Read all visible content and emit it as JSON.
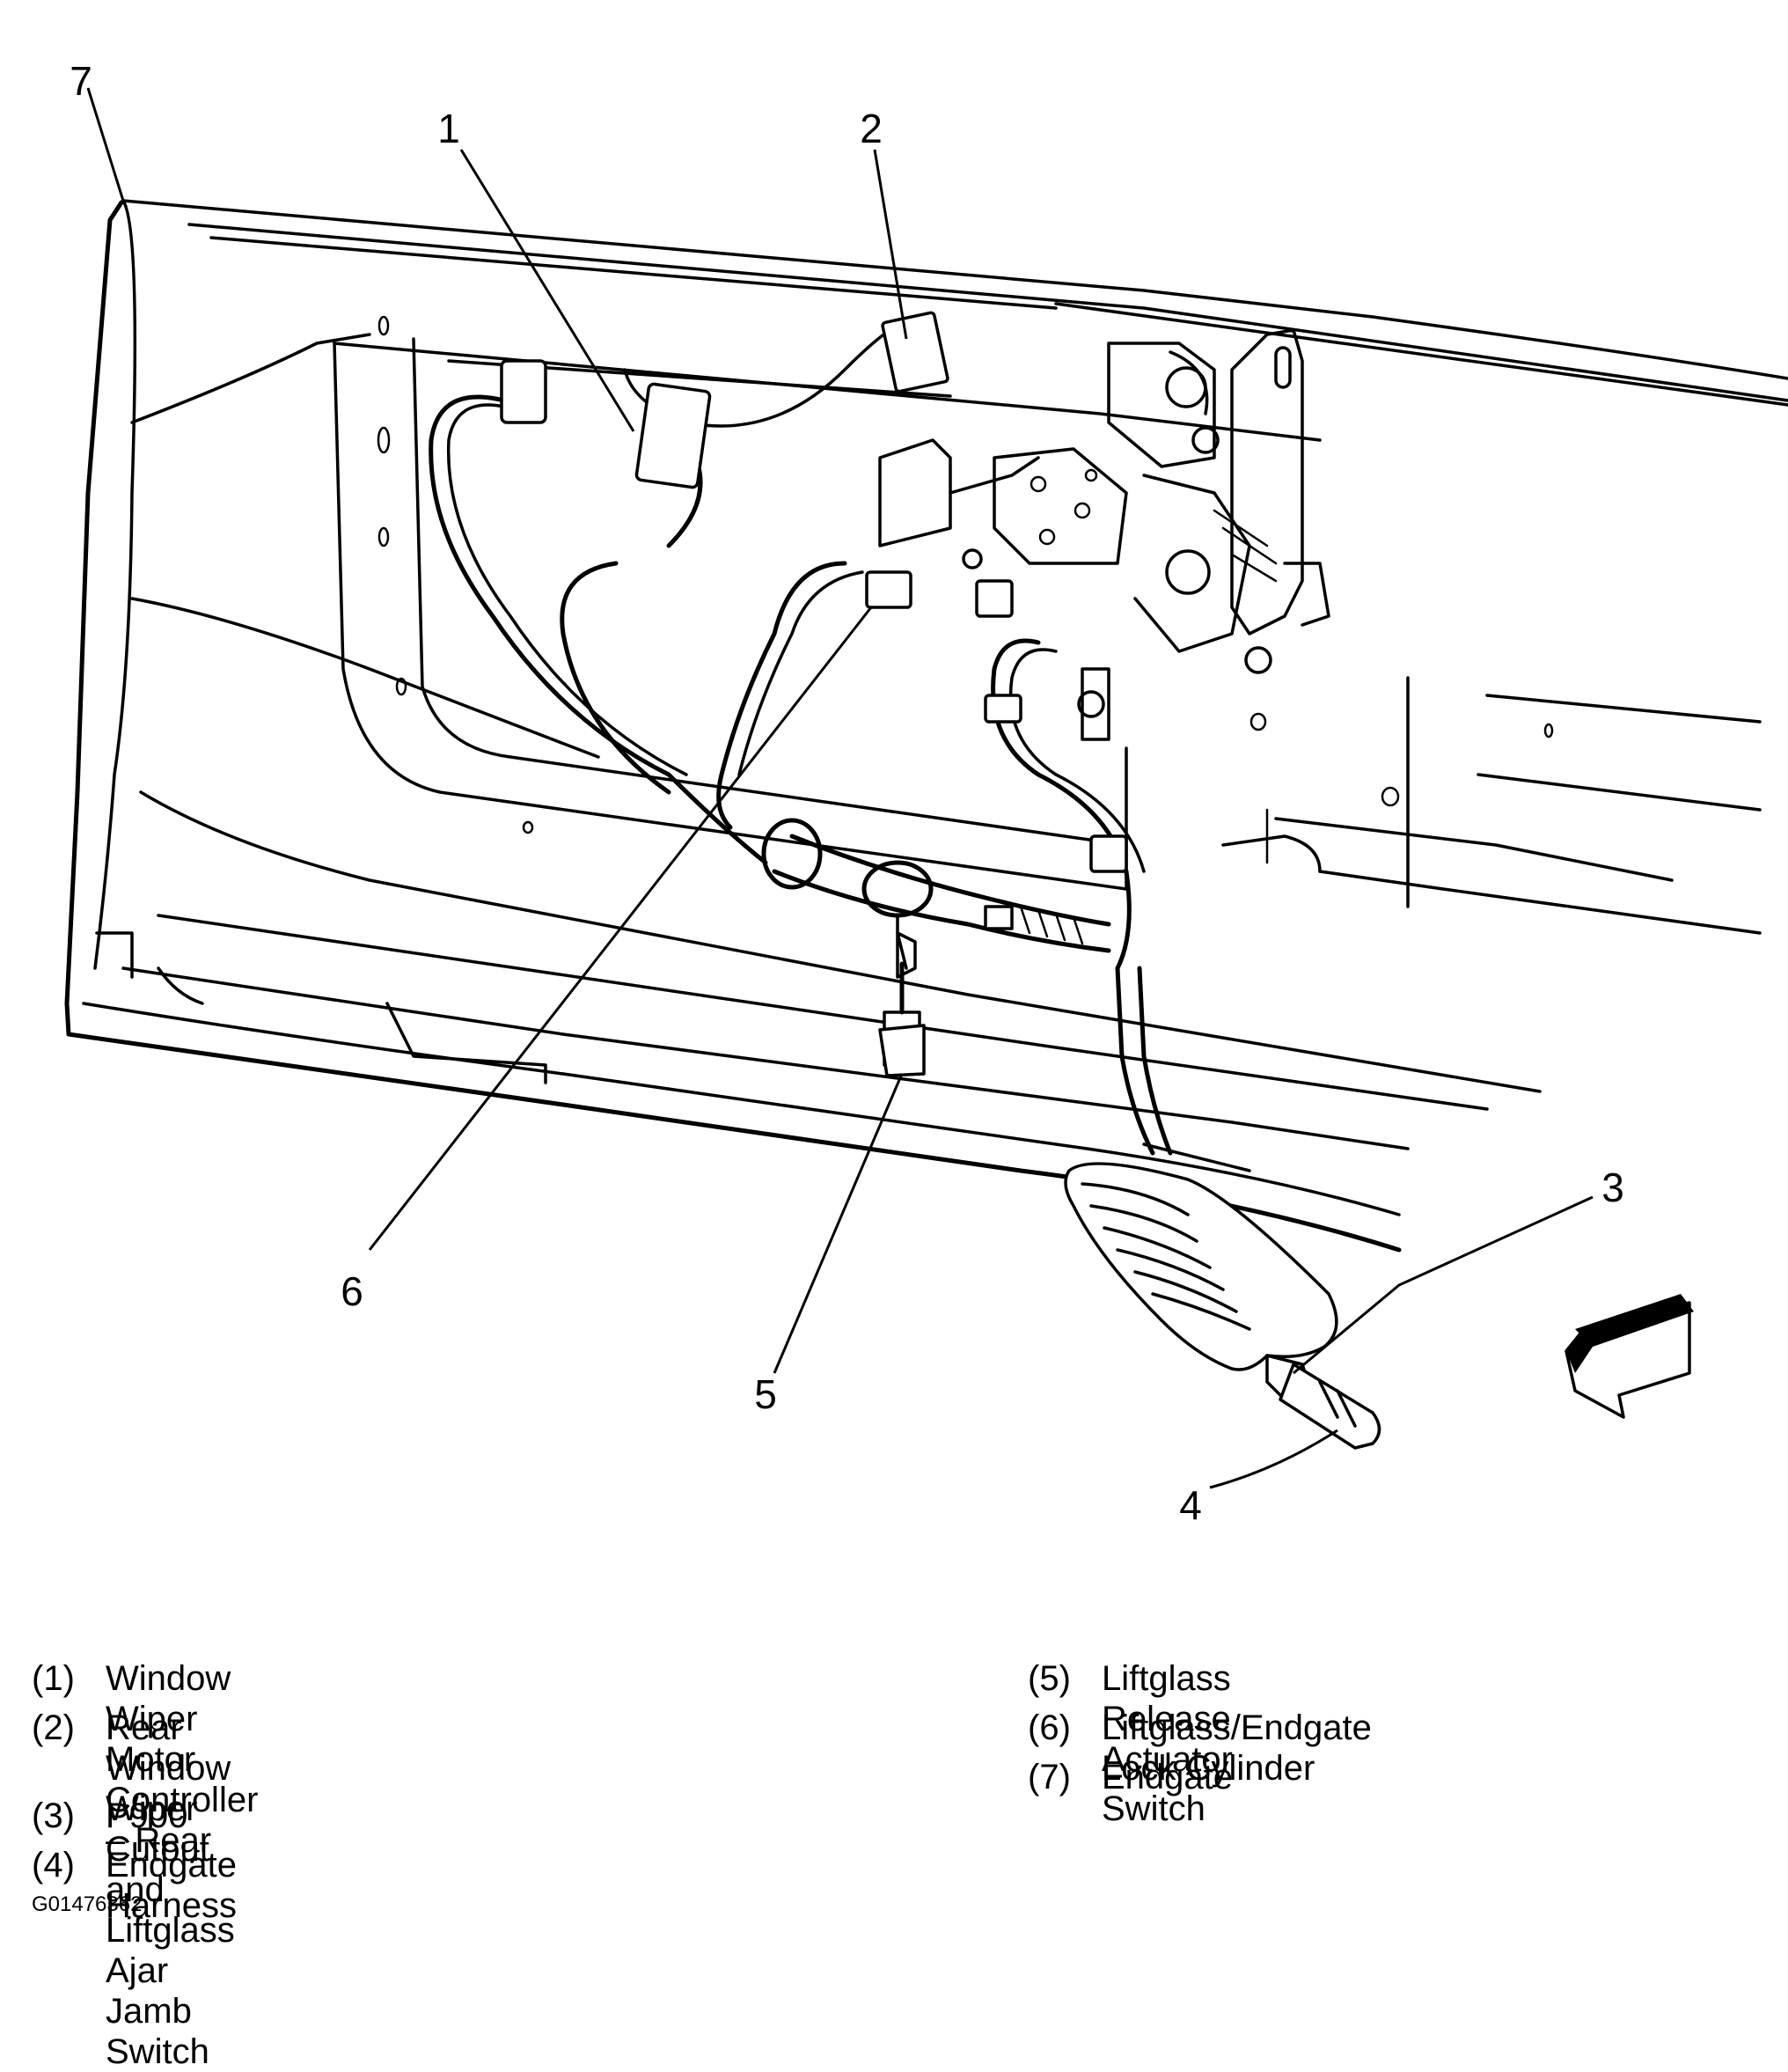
{
  "callouts": [
    "1",
    "2",
    "3",
    "4",
    "5",
    "6",
    "7"
  ],
  "legend": [
    {
      "num": "(1)",
      "text": "Window Wiper Motor Controller – Rear"
    },
    {
      "num": "(2)",
      "text": "Rear Window Wiper Cutout and Liftglass\nAjar Jamb Switch"
    },
    {
      "num": "(3)",
      "text": "P900"
    },
    {
      "num": "(4)",
      "text": "Endgate Harness"
    },
    {
      "num": "(5)",
      "text": "Liftglass Release Actuator"
    },
    {
      "num": "(6)",
      "text": "Liftglass/Endgate Lock Cylinder Switch"
    },
    {
      "num": "(7)",
      "text": "Endgate"
    }
  ],
  "figure_id": "G01476362",
  "icons": {
    "direction_arrow": "arrow-down-left-icon"
  }
}
